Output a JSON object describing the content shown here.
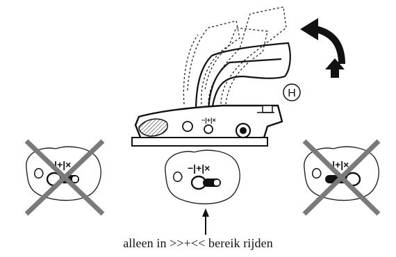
{
  "indicators": {
    "scale_text": "−|+|×",
    "minus": "−",
    "plus": "+",
    "cross": "×"
  },
  "handbrake_symbol": "H",
  "states": [
    {
      "name": "left",
      "crossed": true
    },
    {
      "name": "center",
      "crossed": false
    },
    {
      "name": "right",
      "crossed": true
    }
  ],
  "caption": "alleen in >>+<< bereik rijden",
  "colors": {
    "ink": "#111111",
    "cross": "#7a7a7a",
    "paper": "#ffffff"
  }
}
